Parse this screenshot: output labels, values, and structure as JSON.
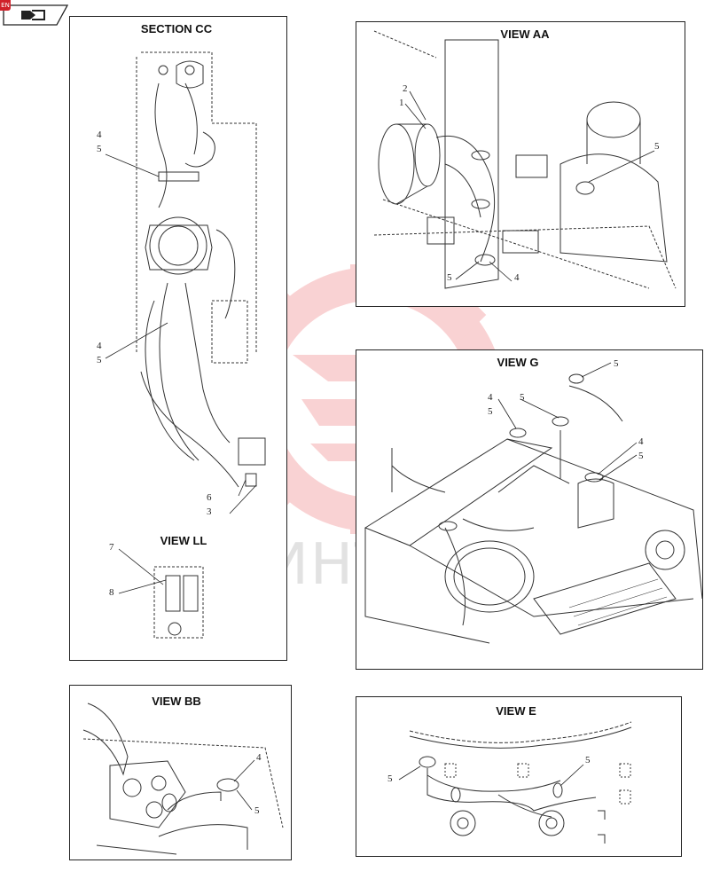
{
  "nav": {
    "icon": "book-arrow-icon",
    "badge": "EN"
  },
  "watermark": {
    "text": "ИНТЕХ",
    "color": "#e8363a"
  },
  "panels": {
    "section_cc": {
      "title": "SECTION CC",
      "callouts": [
        "4",
        "5",
        "4",
        "5",
        "6",
        "3"
      ],
      "sub_view": {
        "title": "VIEW LL",
        "callouts": [
          "7",
          "8"
        ]
      }
    },
    "view_aa": {
      "title": "VIEW AA",
      "callouts": [
        "2",
        "1",
        "5",
        "5",
        "4"
      ]
    },
    "view_g": {
      "title": "VIEW G",
      "callouts": [
        "5",
        "4",
        "5",
        "5",
        "4",
        "5"
      ]
    },
    "view_bb": {
      "title": "VIEW BB",
      "callouts": [
        "4",
        "5"
      ]
    },
    "view_e": {
      "title": "VIEW E",
      "callouts": [
        "5",
        "5"
      ]
    }
  }
}
